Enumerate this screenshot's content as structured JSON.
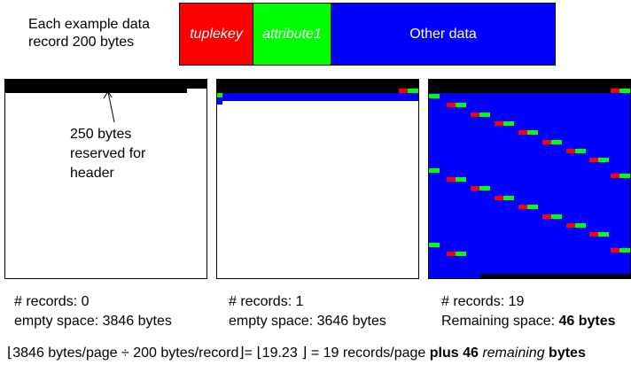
{
  "colors": {
    "tuplekey": "#ff0000",
    "attribute1": "#00ff00",
    "other": "#0000ff",
    "header": "#000000"
  },
  "legend": {
    "caption_line1": "Each example data",
    "caption_line2": "record 200 bytes",
    "tuplekey_label": "tuplekey",
    "attribute1_label": "attribute1",
    "other_label": "Other data"
  },
  "annotation": {
    "line1": "250 bytes",
    "line2": "reserved for",
    "line3": "header"
  },
  "pages": [
    {
      "records_label": "# records: 0",
      "space_label": "empty space: 3846 bytes",
      "space_value": ""
    },
    {
      "records_label": "# records: 1",
      "space_label": "empty space: 3646 bytes",
      "space_value": ""
    },
    {
      "records_label": "# records: 19",
      "space_label": "Remaining space: ",
      "space_value": "46 bytes"
    }
  ],
  "formula": {
    "part1": "⌊3846 bytes/page  ÷ 200 bytes/record⌋=  ⌊19.23 ⌋ = 19 records/page  ",
    "plus": "plus 46",
    "remaining": "remaining",
    "bytes": "bytes"
  }
}
